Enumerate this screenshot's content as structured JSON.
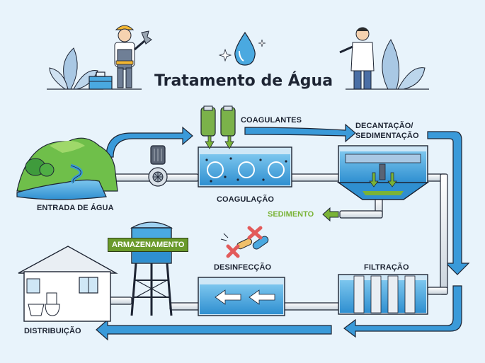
{
  "title": "Tratamento de Água",
  "labels": {
    "entrada": "ENTRADA DE ÁGUA",
    "coagulantes": "COAGULANTES",
    "coagulacao": "COAGULAÇÃO",
    "decantacao_1": "DECANTAÇÃO/",
    "decantacao_2": "SEDIMENTAÇÃO",
    "sedimento": "SEDIMENTO",
    "armazenamento": "ARMAZENAMENTO",
    "desinfeccao": "DESINFECÇÃO",
    "filtracao": "FILTRAÇÃO",
    "distribuicao": "DISTRIBUIÇÃO"
  },
  "colors": {
    "background": "#e8f3fb",
    "water": "#4aa9e0",
    "arrow": "#3a9ad9",
    "outline": "#1d2433",
    "green": "#6a9a2b",
    "sediment": "#7ab337"
  },
  "icons": {
    "worker": "worker-with-wrench-icon",
    "scientist": "scientist-icon",
    "drop": "water-drop-icon",
    "toolbox": "toolbox-icon",
    "plants": "plants-icon",
    "pump": "pump-icon",
    "bacteria": "bacteria-crossed-icon",
    "house": "house-icon",
    "tower": "water-tower-icon"
  }
}
